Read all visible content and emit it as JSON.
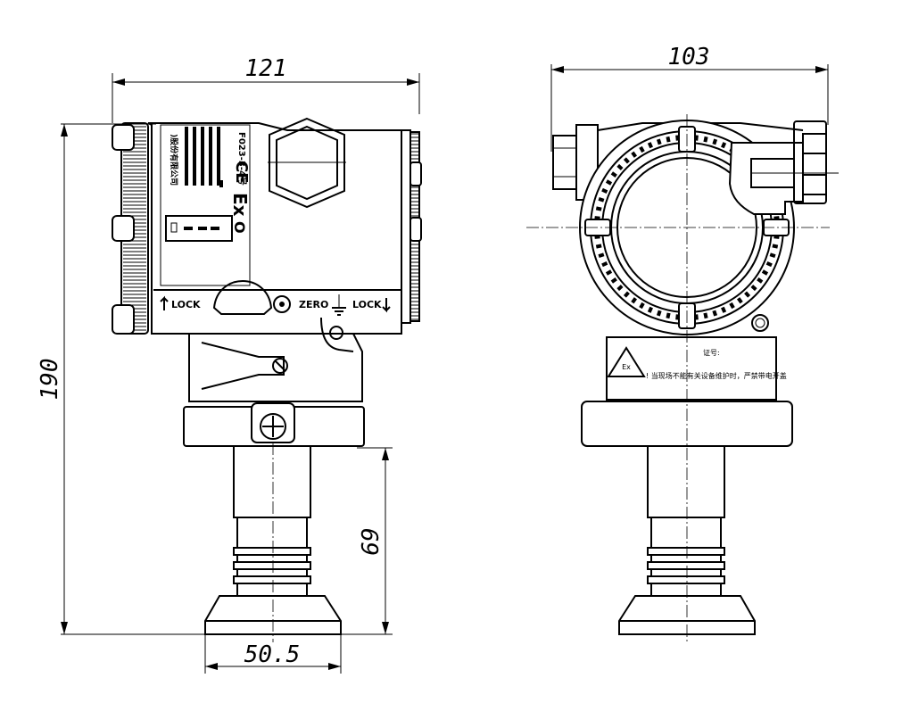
{
  "dimensions": {
    "side_width": "121",
    "front_width": "103",
    "total_height": "190",
    "lower_height": "69",
    "flange_diameter": "50.5"
  },
  "labels": {
    "lock_left": "LOCK",
    "zero": "ZERO",
    "lock_right": "LOCK",
    "ce": "CE",
    "ex": "Ex",
    "ex_o": "O",
    "cert_no": "F023-3-4号",
    "company": ")股份有限公司",
    "front_plate_line1": "证号:",
    "front_plate_warning": "! 当现场不能有关设备维护时，严禁带电开盖"
  },
  "icons": {
    "arrow_up": "arrow-up-icon",
    "arrow_down": "arrow-down-icon",
    "ground": "ground-icon",
    "ex_triangle": "ex-triangle-icon"
  }
}
